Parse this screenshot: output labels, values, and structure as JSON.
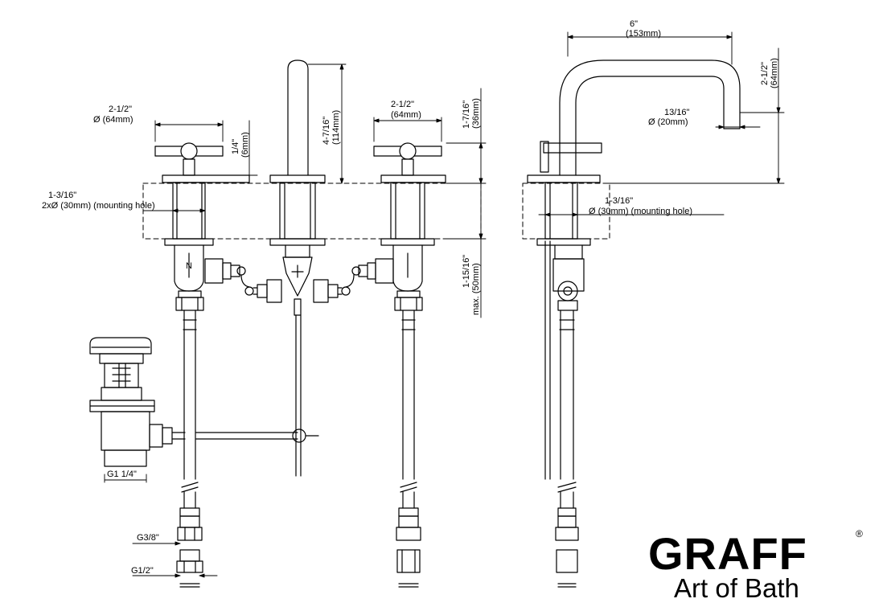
{
  "front_view": {
    "handle_width_left": {
      "inch": "2-1/2\"",
      "mm": "Ø (64mm)"
    },
    "deck_gap": {
      "inch": "1/4\"",
      "mm": "(6mm)"
    },
    "mounting_hole": {
      "inch": "1-3/16\"",
      "mm": "2xØ (30mm) (mounting hole)"
    },
    "spout_height": {
      "inch": "4-7/16\"",
      "mm": "(114mm)"
    },
    "handle_width_right": {
      "inch": "2-1/2\"",
      "mm": "(64mm)"
    },
    "handle_height": {
      "inch": "1-7/16\"",
      "mm": "(36mm)"
    },
    "max_deck": {
      "inch": "1-15/16\"",
      "mm": "max. (50mm)"
    },
    "drain_thread": "G1 1/4\"",
    "supply_thread_small": "G3/8\"",
    "supply_thread_large": "G1/2\""
  },
  "side_view": {
    "spout_reach": {
      "inch": "6\"",
      "mm": "(153mm)"
    },
    "spout_drop": {
      "inch": "2-1/2\"",
      "mm": "(64mm)"
    },
    "outlet_diameter": {
      "inch": "13/16\"",
      "mm": "Ø (20mm)"
    },
    "mounting_hole": {
      "inch": "1-3/16\"",
      "mm": "Ø (30mm) (mounting hole)"
    }
  },
  "brand": {
    "name": "GRAFF",
    "registered": "®",
    "tagline": "Art of Bath"
  }
}
